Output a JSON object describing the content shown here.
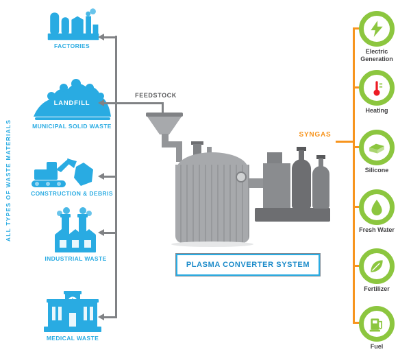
{
  "diagram": {
    "title_box_label": "PLASMA CONVERTER SYSTEM",
    "left_axis_label": "ALL TYPES OF WASTE MATERIALS",
    "feedstock_label": "FEEDSTOCK",
    "syngas_label": "SYNGAS",
    "colors": {
      "source_blue": "#29ABE2",
      "output_green": "#8CC63F",
      "flow_orange": "#F7941D",
      "connector_gray": "#808285",
      "thermometer_red": "#ED1C24",
      "label_dark": "#414042"
    }
  },
  "sources": [
    {
      "label": "FACTORIES",
      "icon": "factory-silos-icon"
    },
    {
      "label": "MUNICIPAL SOLID WASTE",
      "overlay": "LANDFILL",
      "icon": "landfill-icon"
    },
    {
      "label": "CONSTRUCTION & DEBRIS",
      "icon": "excavator-icon"
    },
    {
      "label": "INDUSTRIAL WASTE",
      "icon": "factory-chimneys-icon"
    },
    {
      "label": "MEDICAL WASTE",
      "icon": "municipal-building-icon"
    }
  ],
  "outputs": [
    {
      "label": "Electric Generation",
      "icon": "electricity-icon"
    },
    {
      "label": "Heating",
      "icon": "thermometer-icon"
    },
    {
      "label": "Silicone",
      "icon": "silicone-brick-icon"
    },
    {
      "label": "Fresh Water",
      "icon": "water-drop-icon"
    },
    {
      "label": "Fertilizer",
      "icon": "leaf-icon"
    },
    {
      "label": "Fuel",
      "icon": "fuel-pump-icon"
    }
  ]
}
